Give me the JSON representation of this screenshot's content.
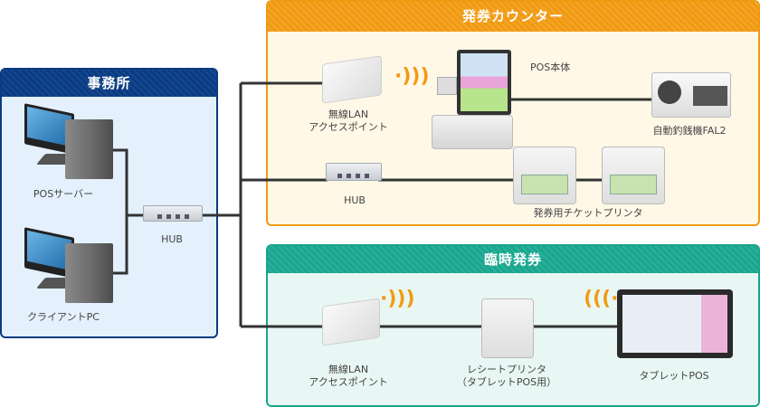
{
  "zones": {
    "office": "事務所",
    "counter": "発券カウンター",
    "temp": "臨時発券"
  },
  "labels": {
    "pos_server": "POSサーバー",
    "client_pc": "クライアントPC",
    "office_hub": "HUB",
    "counter_ap_1": "無線LAN",
    "counter_ap_2": "アクセスポイント",
    "pos_main": "POS本体",
    "fal2": "自動釣銭機FAL2",
    "counter_hub": "HUB",
    "ticket_printer": "発券用チケットプリンタ",
    "temp_ap_1": "無線LAN",
    "temp_ap_2": "アクセスポイント",
    "receipt_1": "レシートプリンタ",
    "receipt_2": "（タブレットPOS用）",
    "tablet": "タブレットPOS"
  },
  "colors": {
    "office": "#0b3b80",
    "counter": "#ef9a12",
    "temp": "#1aa58e",
    "line": "#333333",
    "wifi": "#f29a12"
  }
}
